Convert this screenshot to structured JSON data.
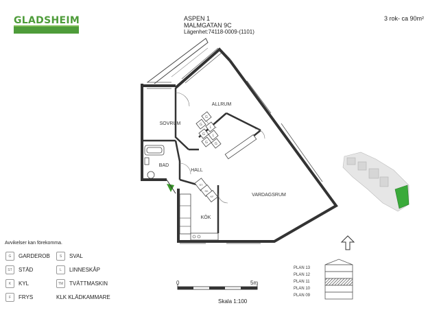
{
  "brand": {
    "name": "GLADSHEIM",
    "color": "#4e9c3a"
  },
  "header": {
    "property": "ASPEN 1",
    "address": "MALMGATAN 9C",
    "apartment": "Lägenhet:74118-0009-(1101)",
    "size": "3 rok- ca 90m²"
  },
  "rooms": {
    "allrum": "ALLRUM",
    "sovrum": "SOVRUM",
    "bad": "BAD",
    "hall": "HALL",
    "kok": "KÖK",
    "vardagsrum": "VARDAGSRUM"
  },
  "fixtures": {
    "g": "G",
    "st": "ST",
    "l": "L",
    "sk": "SK",
    "kf": "KF"
  },
  "disclaimer": "Avvikelser kan förekomma.",
  "legend": [
    {
      "code": "G",
      "label": "GARDEROB"
    },
    {
      "code": "S",
      "label": "SVAL"
    },
    {
      "code": "ST",
      "label": "STÄD"
    },
    {
      "code": "L",
      "label": "LINNESKÅP"
    },
    {
      "code": "K",
      "label": "KYL"
    },
    {
      "code": "TM",
      "label": "TVÄTTMASKIN"
    },
    {
      "code": "F",
      "label": "FRYS"
    },
    {
      "code": "",
      "label": "KLK KLÄDKAMMARE"
    }
  ],
  "scale": {
    "start": "0",
    "end": "5m",
    "label": "Skala 1:100"
  },
  "plans": [
    "PLAN 13",
    "PLAN 12",
    "PLAN 11",
    "PLAN 10",
    "PLAN 09"
  ],
  "current_plan": "PLAN 11"
}
